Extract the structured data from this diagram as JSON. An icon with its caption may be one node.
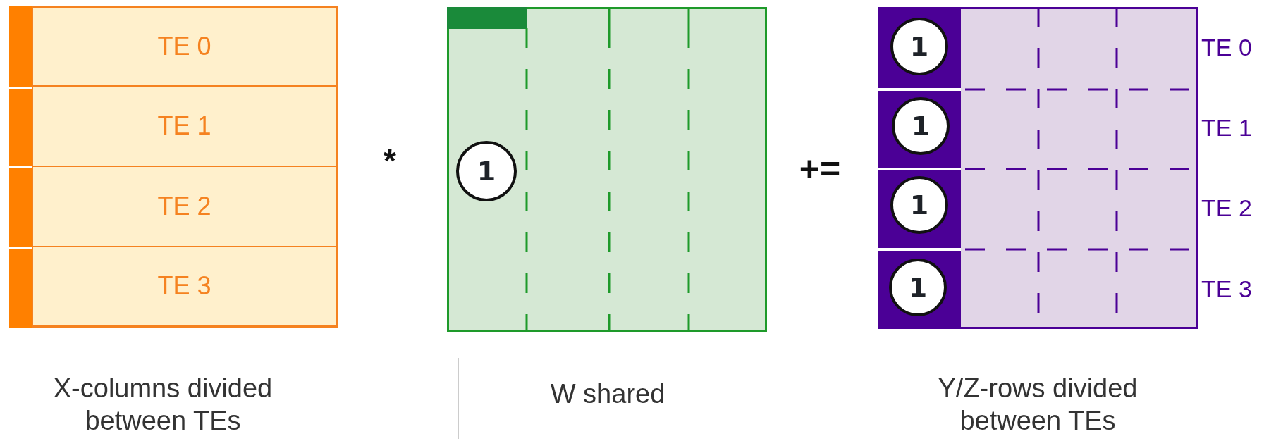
{
  "diagram": {
    "nodes": [
      {
        "text": [],
        "shape": "box"
      },
      {
        "text": [
          "TE 0"
        ],
        "in": 0
      },
      {
        "text": [
          "TE 1"
        ],
        "in": 0
      },
      {
        "text": [
          "TE 2"
        ],
        "in": 0
      },
      {
        "text": [
          "TE 3"
        ],
        "in": 0
      },
      {
        "text": [],
        "shape": "box"
      },
      {
        "text": [
          "1"
        ],
        "in": 5
      },
      {
        "text": [],
        "shape": "box"
      },
      {
        "text": [
          "1"
        ],
        "in": 7
      },
      {
        "text": [
          "1"
        ],
        "in": 7
      },
      {
        "text": [
          "1"
        ],
        "in": 7
      },
      {
        "text": [
          "1"
        ],
        "in": 7
      }
    ],
    "edges": [],
    "labels": [
      "*",
      "+=",
      "TE 0",
      "TE 1",
      "TE 2",
      "TE 3",
      "X-columns divided between TEs",
      "W shared",
      "Y/Z-rows divided between TEs"
    ]
  }
}
